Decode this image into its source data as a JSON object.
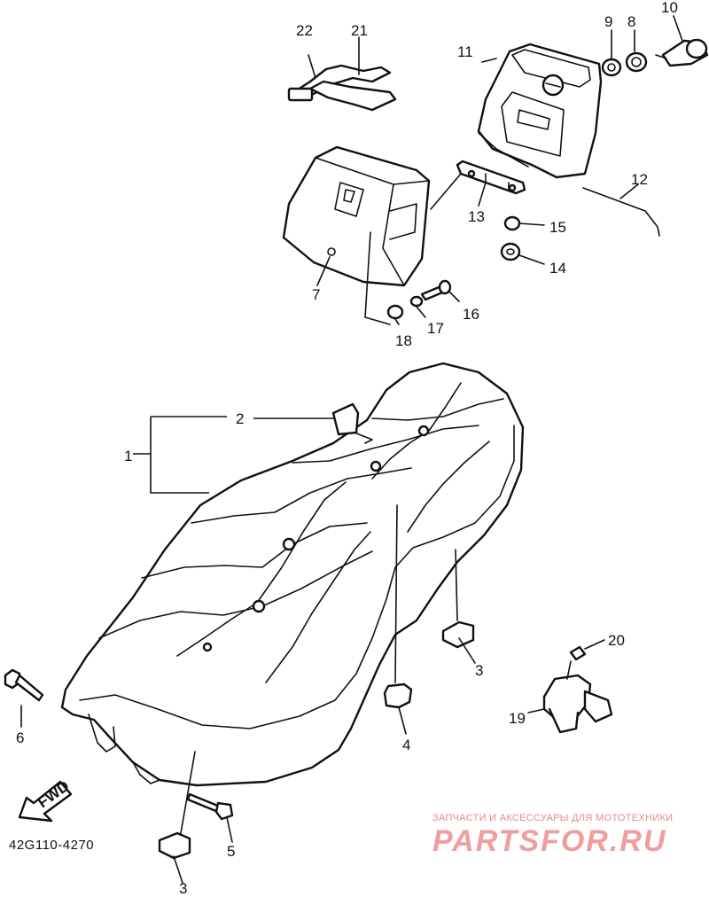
{
  "diagram": {
    "code": "42G110-4270",
    "fwd_label": "FWD",
    "callouts": [
      {
        "id": "c1",
        "text": "1"
      },
      {
        "id": "c2",
        "text": "2"
      },
      {
        "id": "c3a",
        "text": "3"
      },
      {
        "id": "c3b",
        "text": "3"
      },
      {
        "id": "c4",
        "text": "4"
      },
      {
        "id": "c5",
        "text": "5"
      },
      {
        "id": "c6",
        "text": "6"
      },
      {
        "id": "c7",
        "text": "7"
      },
      {
        "id": "c8",
        "text": "8"
      },
      {
        "id": "c9",
        "text": "9"
      },
      {
        "id": "c10",
        "text": "10"
      },
      {
        "id": "c11",
        "text": "11"
      },
      {
        "id": "c12",
        "text": "12"
      },
      {
        "id": "c13",
        "text": "13"
      },
      {
        "id": "c14",
        "text": "14"
      },
      {
        "id": "c15",
        "text": "15"
      },
      {
        "id": "c16",
        "text": "16"
      },
      {
        "id": "c17",
        "text": "17"
      },
      {
        "id": "c18",
        "text": "18"
      },
      {
        "id": "c19",
        "text": "19"
      },
      {
        "id": "c20",
        "text": "20"
      },
      {
        "id": "c21",
        "text": "21"
      },
      {
        "id": "c22",
        "text": "22"
      }
    ]
  },
  "watermark": {
    "tagline": "ЗАПЧАСТИ И АКСЕССУАРЫ ДЛЯ МОТОТЕХНИКИ",
    "brand": "PARTSFOR.RU"
  },
  "colors": {
    "line": "#111111",
    "background": "#ffffff",
    "watermark": "#ef9d9d"
  }
}
